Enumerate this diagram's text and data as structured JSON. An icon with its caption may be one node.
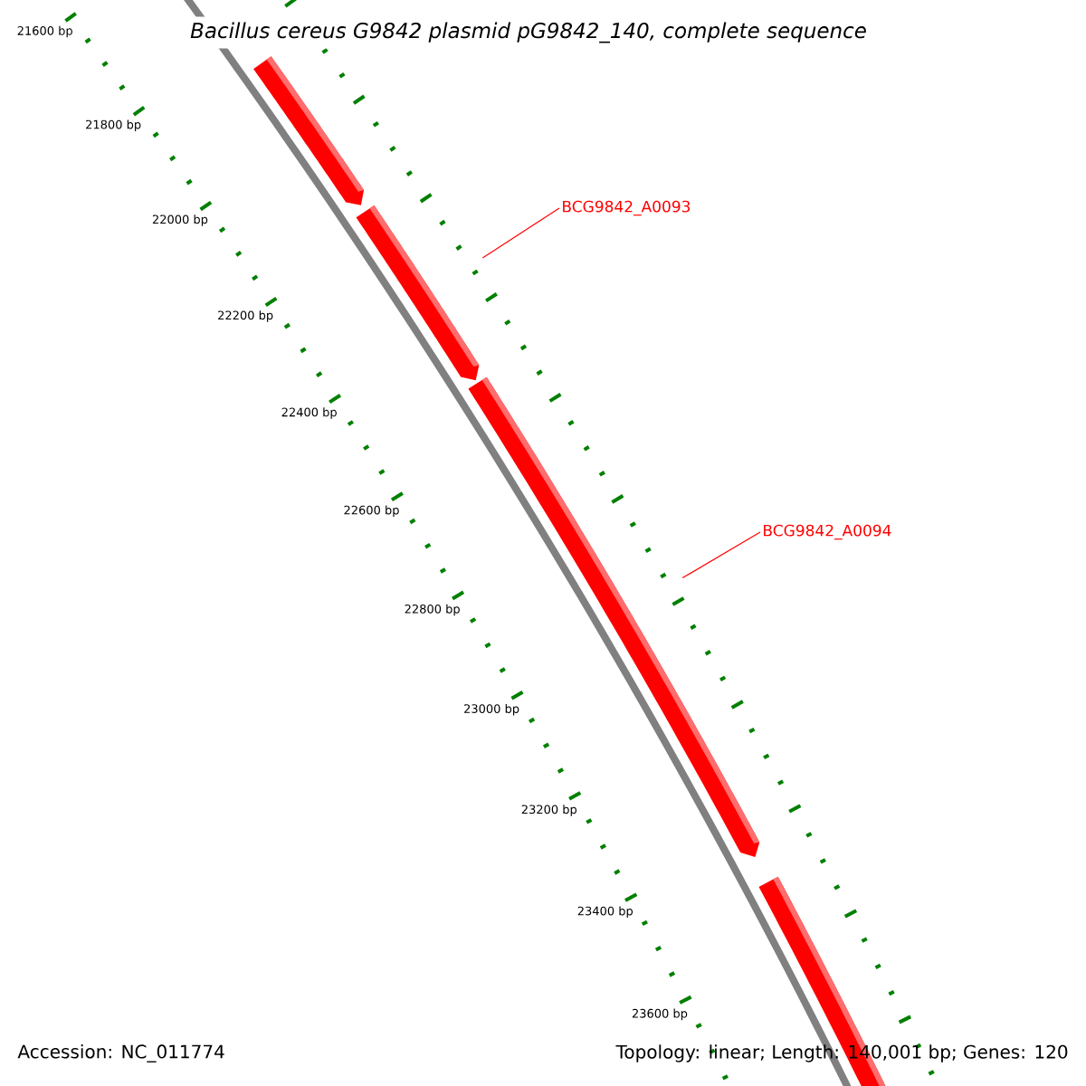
{
  "diagram": {
    "title": "Bacillus cereus G9842 plasmid pG9842_140, complete sequence",
    "nodes": [
      {
        "text": [],
        "shape": "bar"
      },
      {
        "text": [],
        "shape": "bar"
      },
      {
        "text": [],
        "shape": "bar"
      },
      {
        "text": [],
        "shape": "bar"
      },
      {
        "text": [
          "BCG9842_A0093"
        ]
      },
      {
        "text": [
          "BCG9842_A0094"
        ]
      }
    ],
    "edges": [
      {
        "from": 4,
        "to": 1,
        "arrow": "none"
      },
      {
        "from": 5,
        "to": 2,
        "arrow": "none"
      }
    ],
    "labels": [
      "21600 bp",
      "21800 bp",
      "22000 bp",
      "22200 bp",
      "22400 bp",
      "22600 bp",
      "22800 bp",
      "23000 bp",
      "23200 bp",
      "23400 bp",
      "23600 bp",
      "Accession: NC_011774",
      "Topology: linear; Length: 140,001 bp; Genes: 120"
    ]
  }
}
